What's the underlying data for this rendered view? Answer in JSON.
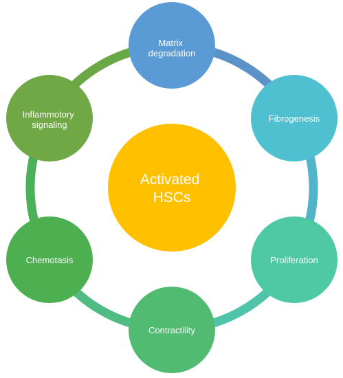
{
  "diagram": {
    "center": {
      "lines": [
        "Activated",
        "HSCs"
      ],
      "color": "#FFC000"
    },
    "nodes": [
      {
        "id": "matrix-degradation",
        "lines": [
          "Matrix",
          "degradation"
        ],
        "color": "#5B9BD5"
      },
      {
        "id": "fibrogenesis",
        "lines": [
          "Fibrogenesis"
        ],
        "color": "#4FC0D0"
      },
      {
        "id": "proliferation",
        "lines": [
          "Proliferation"
        ],
        "color": "#4FC9A3"
      },
      {
        "id": "contractility",
        "lines": [
          "Contractility"
        ],
        "color": "#52BB72"
      },
      {
        "id": "chemotasis",
        "lines": [
          "Chemotasis"
        ],
        "color": "#4CAF50"
      },
      {
        "id": "inflammotory-signaling",
        "lines": [
          "Inflammotory",
          "signaling"
        ],
        "color": "#6FA845"
      }
    ],
    "ring_colors": [
      "#5B92C8",
      "#52B4C8",
      "#50C4A8",
      "#50BC84",
      "#4CB058",
      "#6AA845"
    ]
  }
}
